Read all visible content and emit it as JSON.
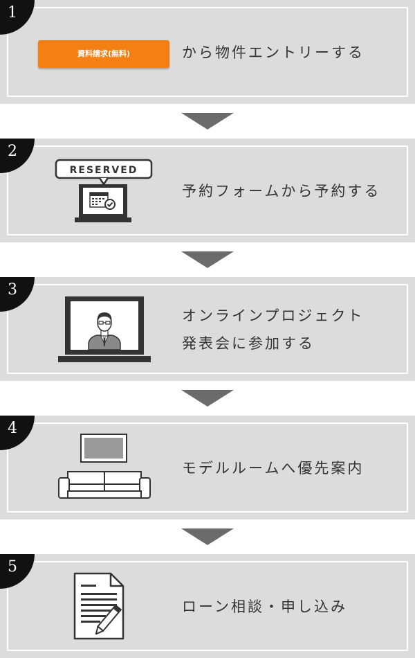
{
  "steps": [
    {
      "number": "1",
      "label": "から物件エントリーする",
      "button_label": "資料請求(無料)"
    },
    {
      "number": "2",
      "label": "予約フォームから予約する",
      "badge_text": "RESERVED"
    },
    {
      "number": "3",
      "label_line1": "オンラインプロジェクト",
      "label_line2": "発表会に参加する"
    },
    {
      "number": "4",
      "label": "モデルルームへ優先案内"
    },
    {
      "number": "5",
      "label": "ローン相談・申し込み"
    }
  ],
  "colors": {
    "panel_bg": "#dcdcdc",
    "badge": "#111111",
    "arrow": "#6b6b6b",
    "button": "#f47f12",
    "icon": "#333333"
  },
  "icons": [
    "reserved-laptop-icon",
    "video-meeting-laptop-icon",
    "sofa-with-picture-icon",
    "document-pen-icon"
  ]
}
